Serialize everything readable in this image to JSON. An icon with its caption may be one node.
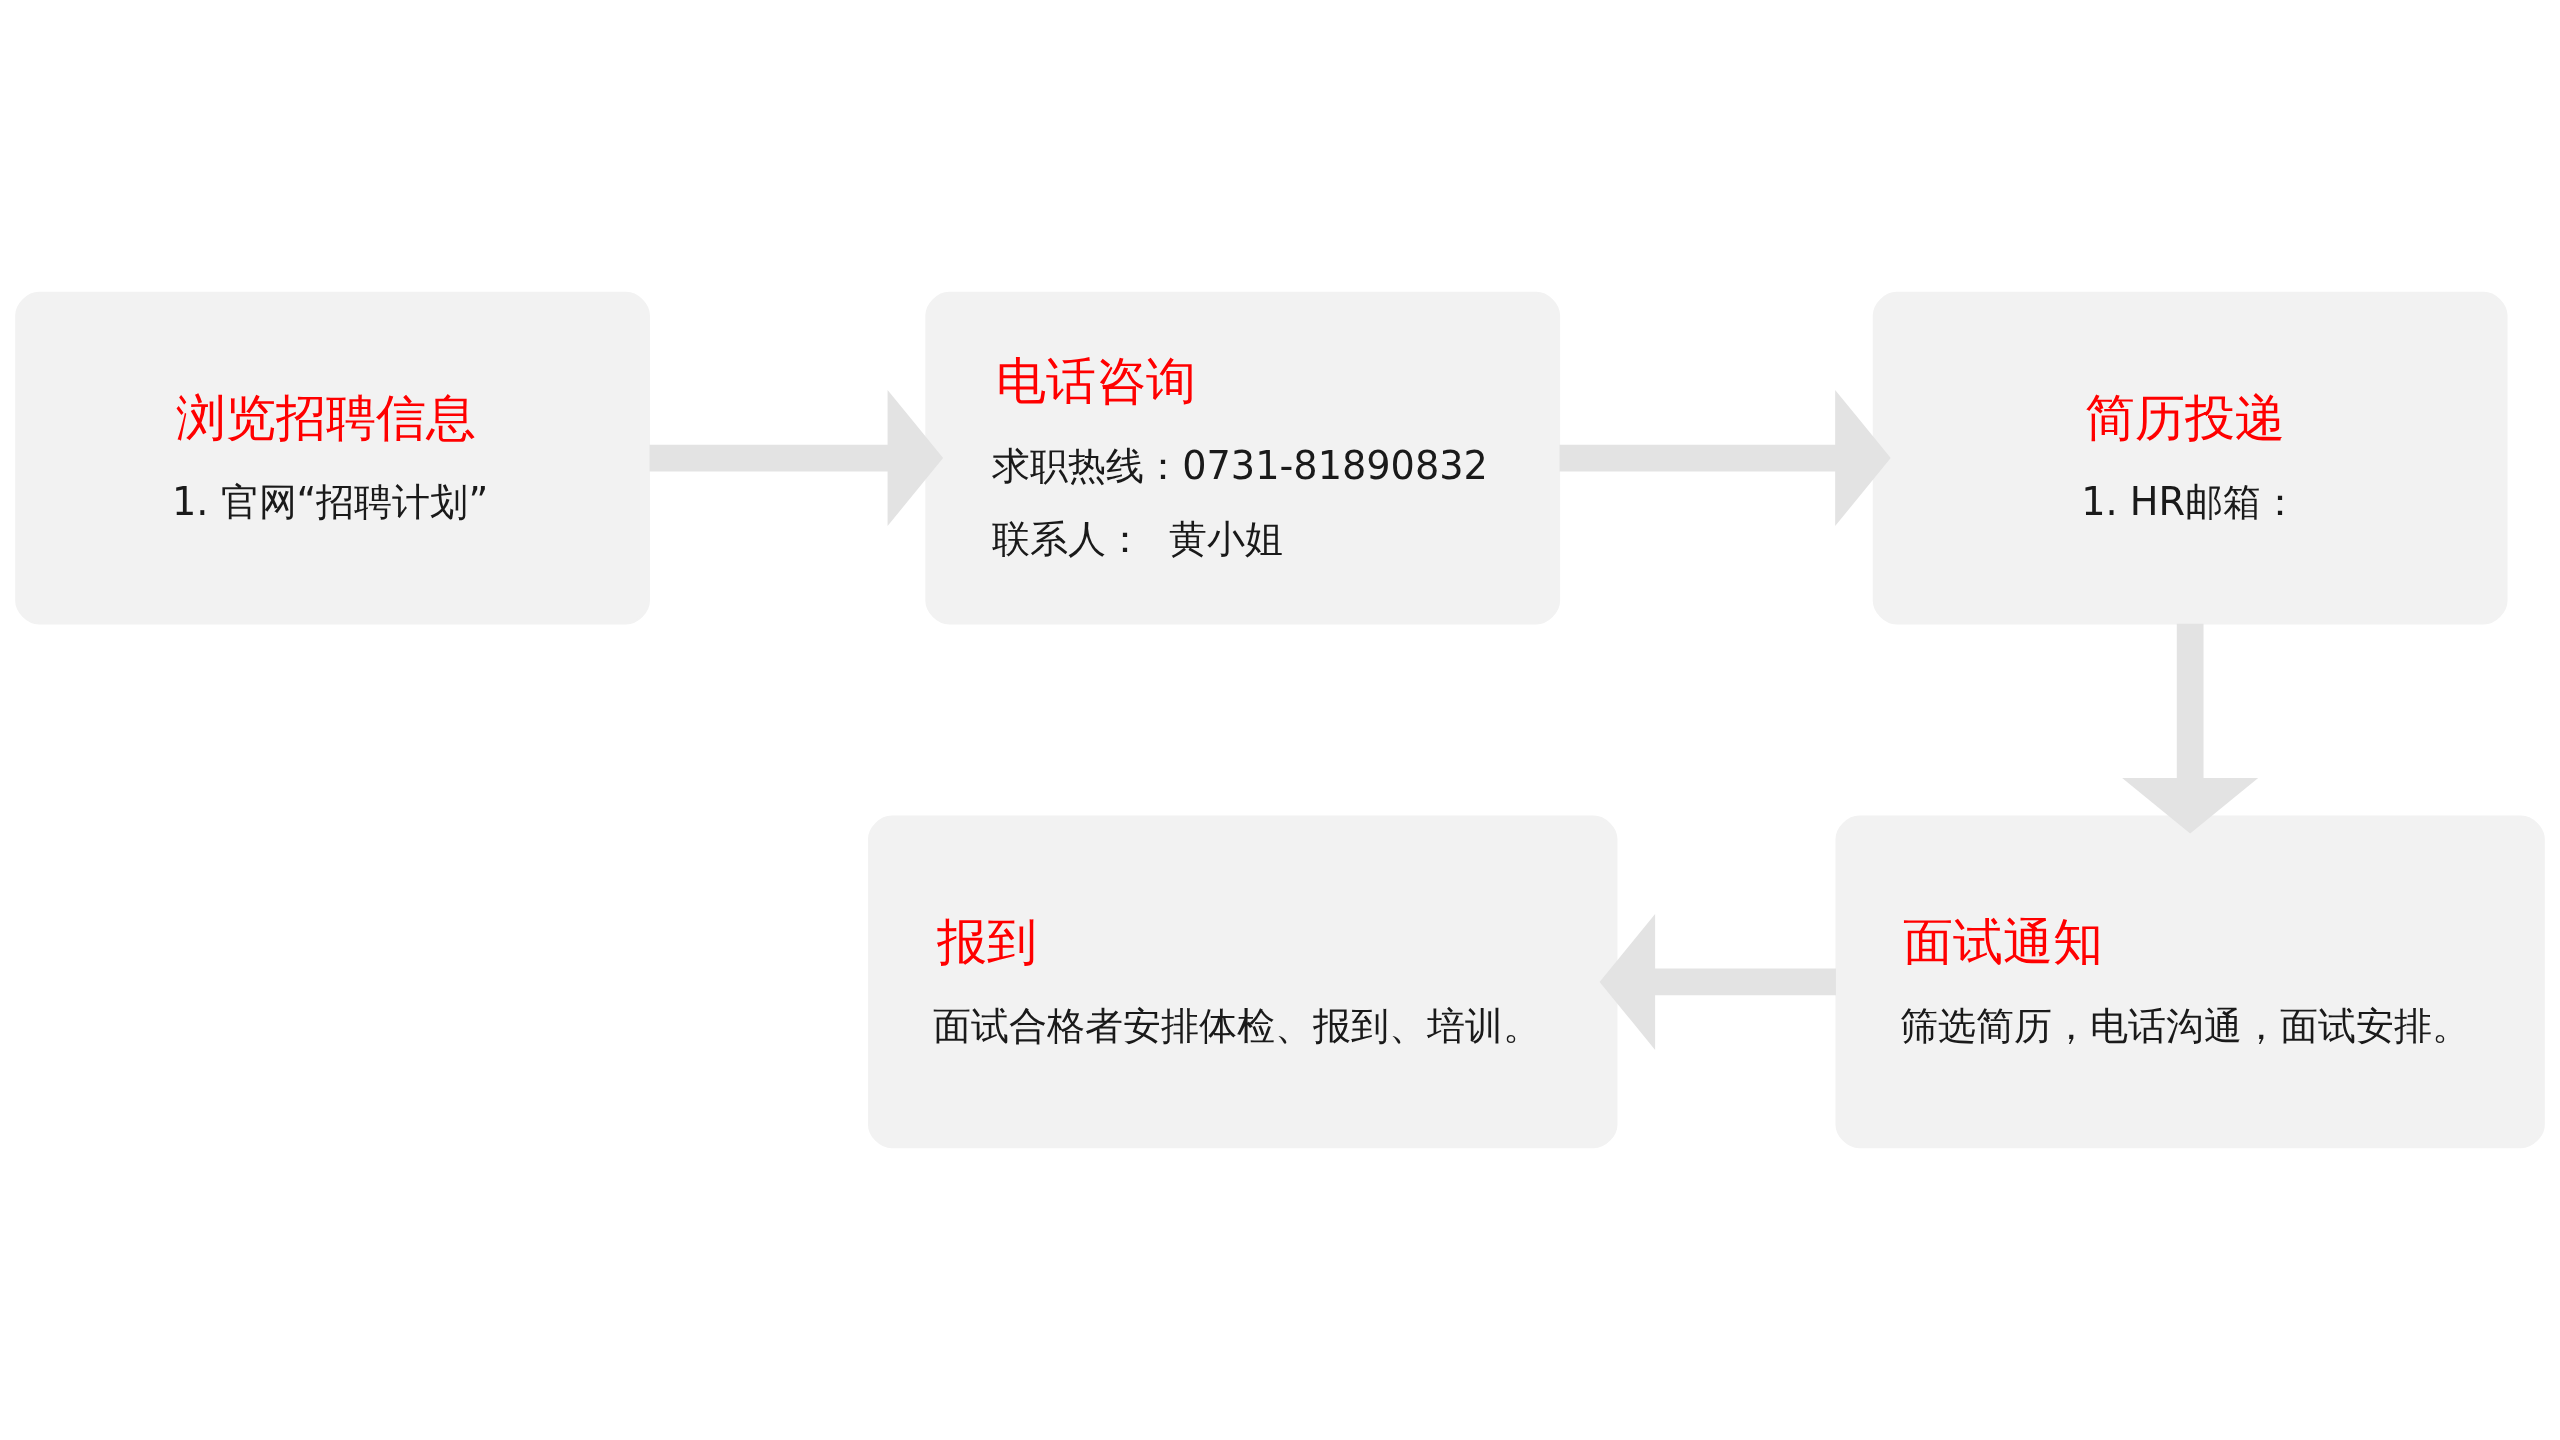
{
  "diagram": {
    "nodes": [
      {
        "text": [
          "浏览招聘信息",
          "1. 官网“招聘计划”"
        ]
      },
      {
        "text": [
          "电话咨询",
          "求职热线：0731-81890832",
          "联系人：  黄小姐"
        ]
      },
      {
        "text": [
          "简历投递",
          "1. HR邮箱："
        ]
      },
      {
        "text": [
          "面试通知",
          "筛选简历，电话沟通，面试安排。"
        ]
      },
      {
        "text": [
          "报到",
          "面试合格者安排体检、报到、培训。"
        ]
      }
    ],
    "edges": [
      {
        "from": 0,
        "to": 1,
        "arrow": "to"
      },
      {
        "from": 1,
        "to": 2,
        "arrow": "to"
      },
      {
        "from": 2,
        "to": 3,
        "arrow": "to"
      },
      {
        "from": 3,
        "to": 4,
        "arrow": "to"
      }
    ]
  }
}
